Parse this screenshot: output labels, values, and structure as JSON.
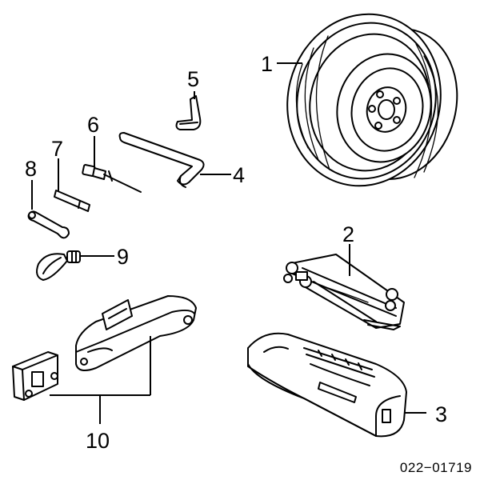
{
  "callouts": {
    "c1": "1",
    "c2": "2",
    "c3": "3",
    "c4": "4",
    "c5": "5",
    "c6": "6",
    "c7": "7",
    "c8": "8",
    "c9": "9",
    "c10": "10"
  },
  "diagram_code": "022−01719"
}
